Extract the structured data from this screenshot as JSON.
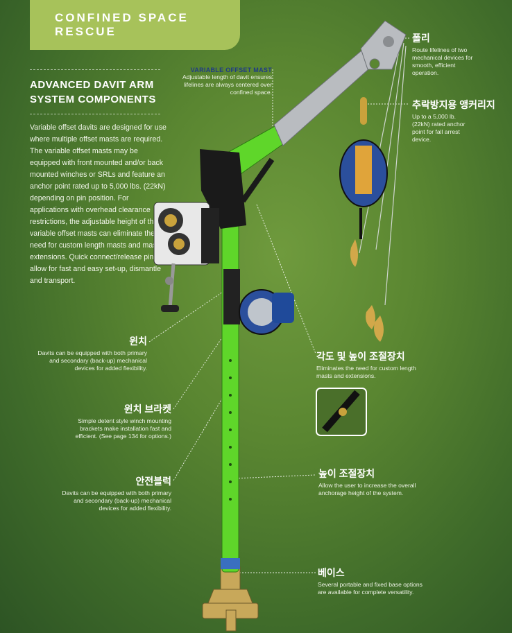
{
  "header": {
    "title": "CONFINED SPACE RESCUE"
  },
  "section": {
    "title_line1": "ADVANCED DAVIT ARM",
    "title_line2": "SYSTEM COMPONENTS",
    "body": "Variable offset davits are designed for use where multiple offset masts are required. The variable offset masts may be equipped with front mounted and/or back mounted winches or SRLs and feature an anchor point rated up to 5,000 lbs. (22kN) depending on pin position. For applications with overhead clearance restrictions, the adjustable height of the variable offset masts can eliminate the need for custom length masts and mast extensions. Quick connect/release pins allow for fast and easy set-up, dismantle and transport."
  },
  "callouts": {
    "mast": {
      "title": "VARIABLE OFFSET MAST",
      "desc": "Adjustable length of davit ensures lifelines are always centered over confined space."
    },
    "pulley": {
      "title": "폴리",
      "desc": "Route lifelines of two mechanical devices for smooth, efficient operation."
    },
    "anchor": {
      "title": "추락방지용 앵커리지",
      "desc": "Up to a 5,000 lb. (22kN) rated anchor point for fall arrest device."
    },
    "winch": {
      "title": "윈치",
      "desc": "Davits can be equipped with both primary and secondary (back-up) mechanical devices for added flexibility."
    },
    "angle": {
      "title": "각도 및 높이 조절장치",
      "desc": "Eliminates the need for custom length masts and extensions."
    },
    "bracket": {
      "title": "윈치 브라켓",
      "desc": "Simple detent style winch mounting brackets make installation fast and efficient. (See page 134 for options.)"
    },
    "safety": {
      "title": "안전블럭",
      "desc": "Davits can be equipped with both primary and secondary (back-up) mechanical devices for added flexibility."
    },
    "height": {
      "title": "높이 조절장치",
      "desc": "Allow the user to increase the overall anchorage height of the system."
    },
    "base": {
      "title": "베이스",
      "desc": "Several portable and fixed base options are available for complete versatility."
    }
  },
  "colors": {
    "mast_green": "#5fd62a",
    "header_green": "#a7c25a",
    "label_blue": "#1f3b85"
  }
}
